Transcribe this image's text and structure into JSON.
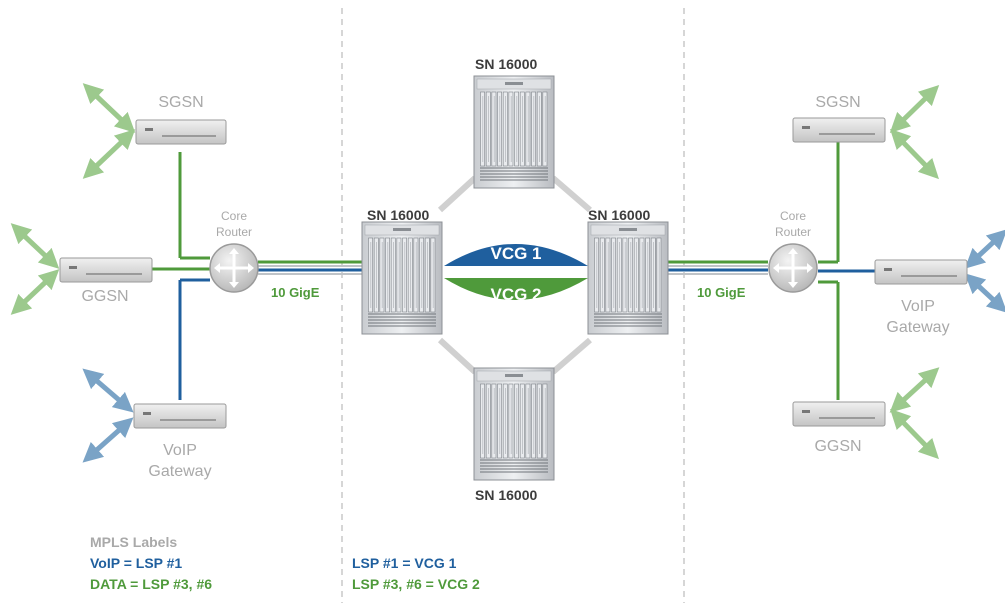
{
  "colors": {
    "voip_blue": "#1f5f9e",
    "data_green": "#4f9a3b",
    "arrow_green": "#9cc98d",
    "arrow_blue": "#7aa3c6",
    "device_gray": "#a9a9a9",
    "divider": "#c8c8c8"
  },
  "left": {
    "sgsn": "SGSN",
    "ggsn": "GGSN",
    "voip_gateway": "VoIP\nGateway",
    "core_router": "Core\nRouter",
    "link": "10 GigE"
  },
  "right": {
    "sgsn": "SGSN",
    "ggsn": "GGSN",
    "voip_gateway": "VoIP\nGateway",
    "core_router": "Core\nRouter",
    "link": "10 GigE"
  },
  "core": {
    "sn_top": "SN 16000",
    "sn_left": "SN 16000",
    "sn_right": "SN 16000",
    "sn_bottom": "SN 16000",
    "vcg1": "VCG 1",
    "vcg2": "VCG 2"
  },
  "legend_left": {
    "title": "MPLS Labels",
    "voip": "VoIP = LSP #1",
    "data": "DATA = LSP #3, #6"
  },
  "legend_center": {
    "line1": "LSP #1 = VCG 1",
    "line2": "LSP #3, #6 = VCG 2"
  }
}
